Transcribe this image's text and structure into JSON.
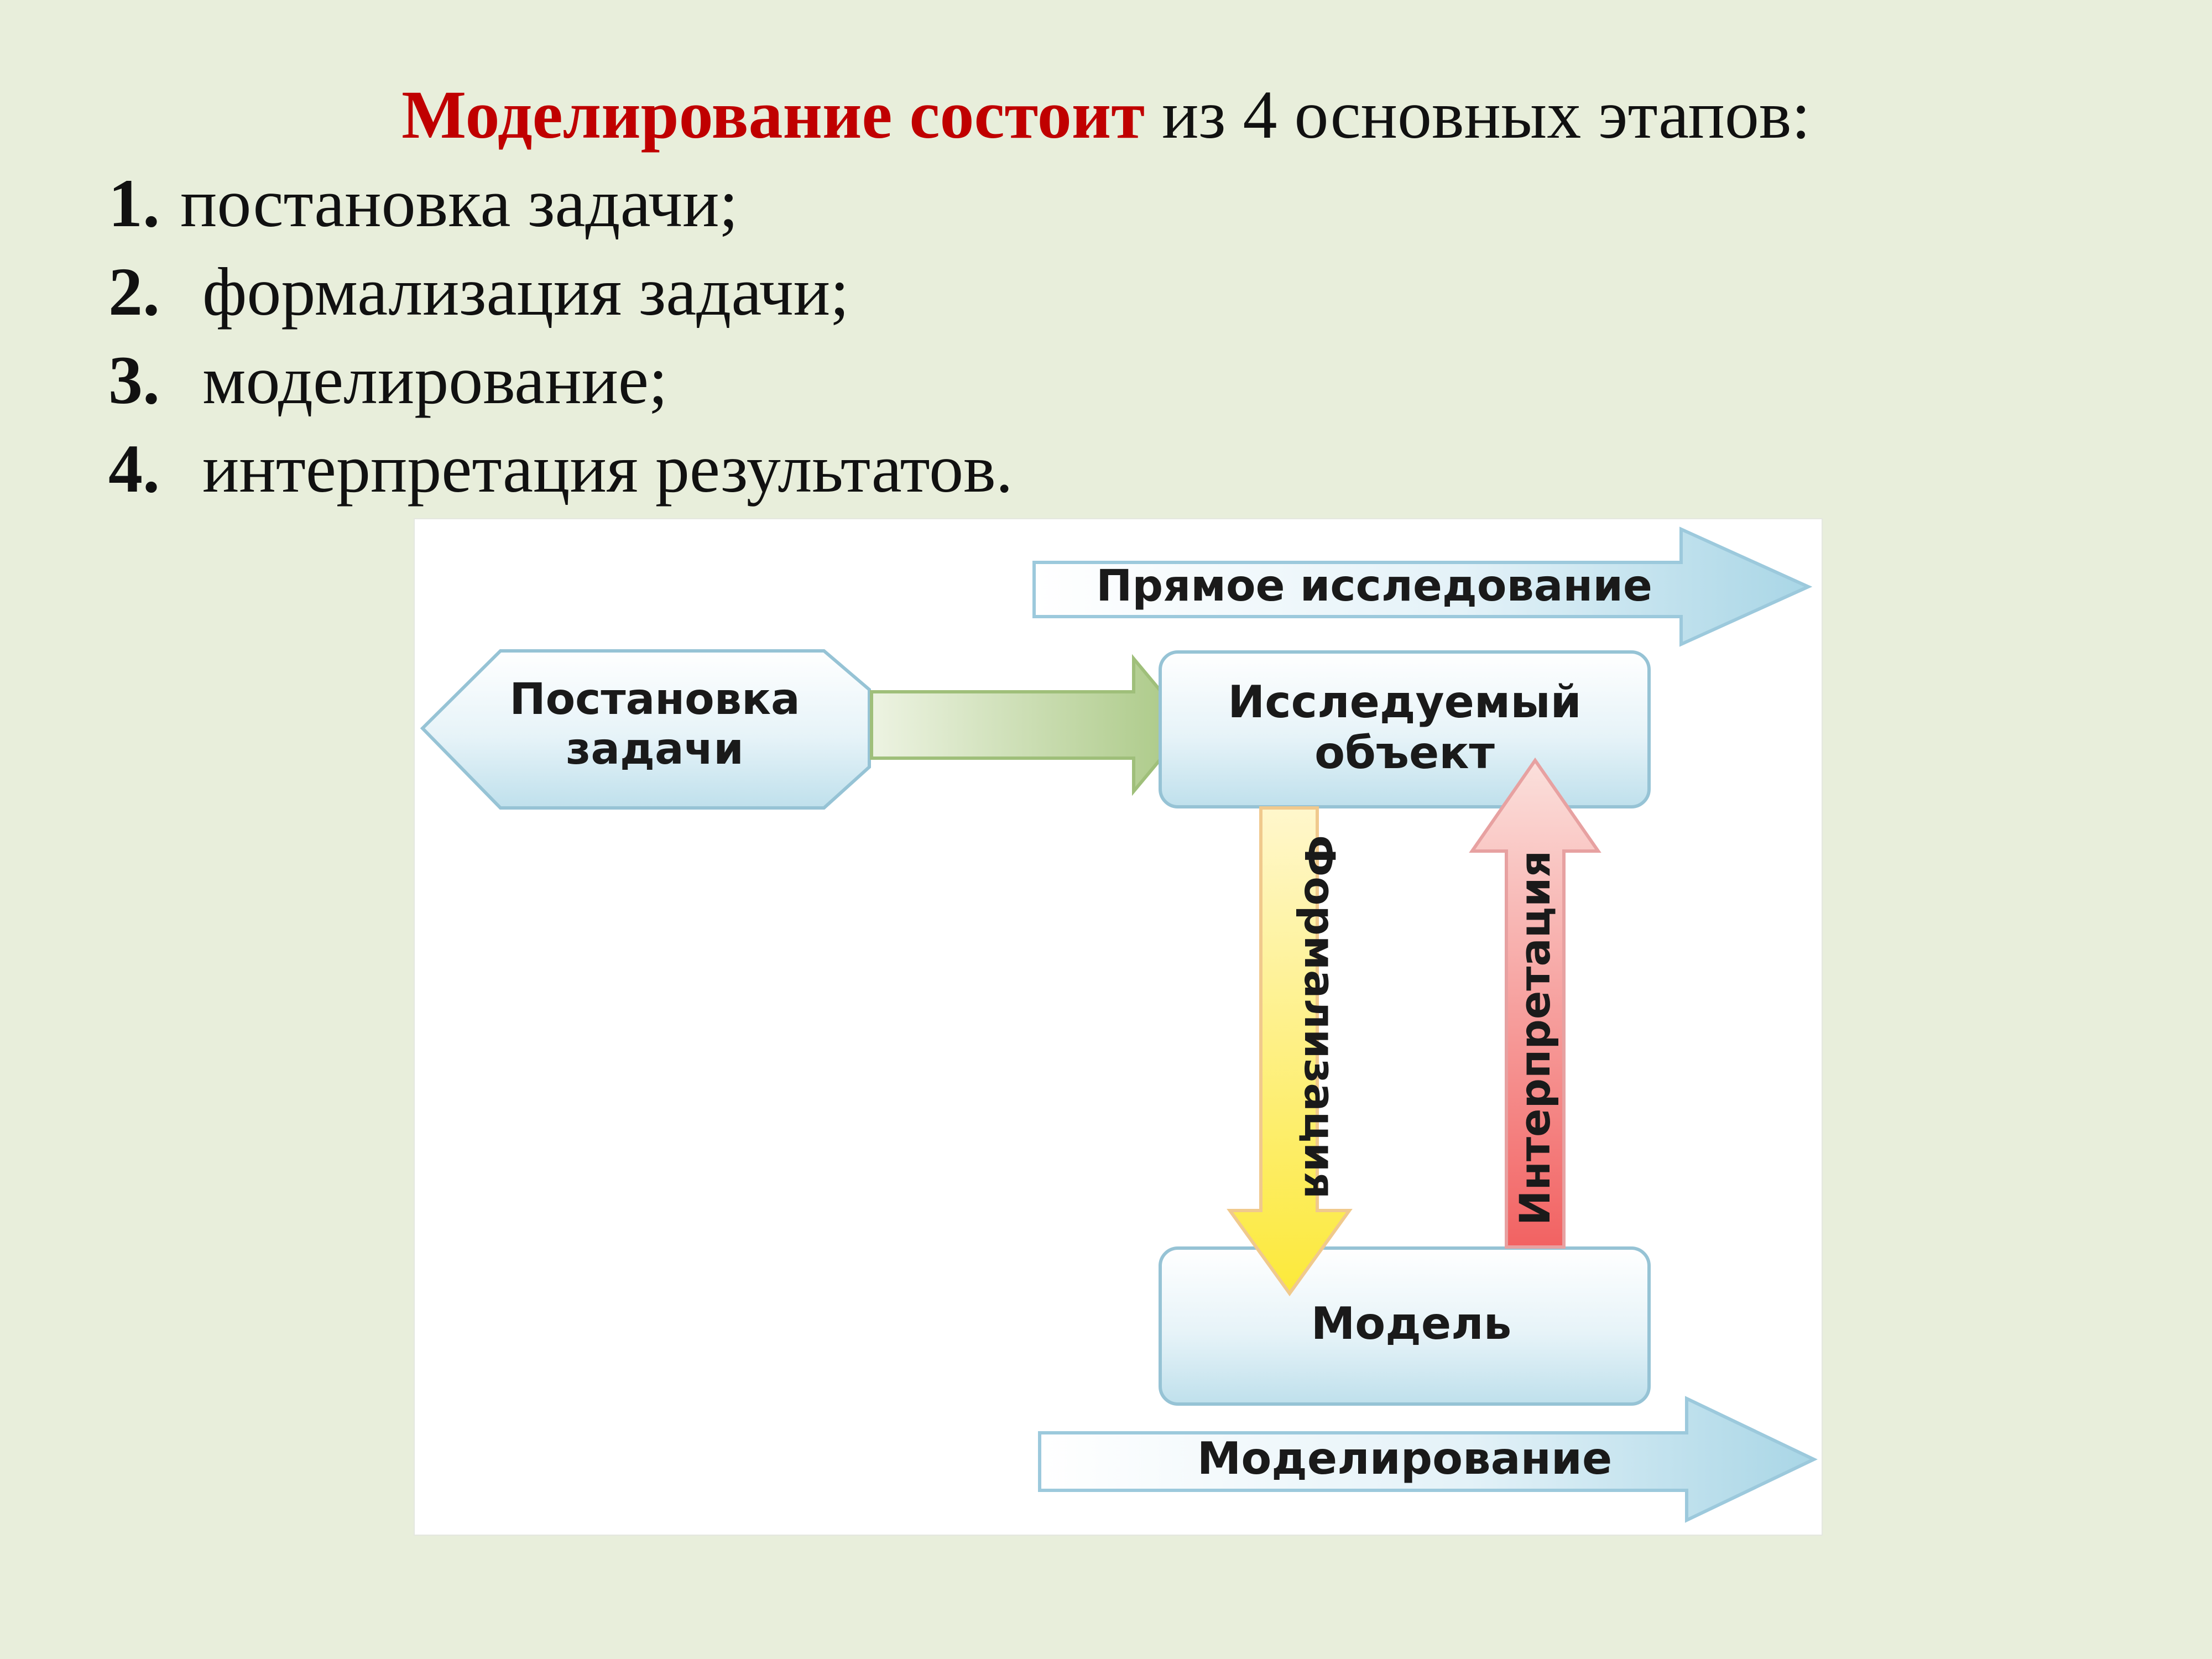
{
  "title": {
    "accent": "Моделирование состоит",
    "rest": " из 4 основных этапов:"
  },
  "steps": [
    {
      "num": "1.",
      "text": "постановка задачи;"
    },
    {
      "num": "2.",
      "text": "формализация задачи;"
    },
    {
      "num": "3.",
      "text": "моделирование;"
    },
    {
      "num": "4.",
      "text": "интерпретация результатов."
    }
  ],
  "diagram": {
    "direct_research": "Прямое исследование",
    "problem_line1": "Постановка",
    "problem_line2": "задачи",
    "object_line1": "Исследуемый",
    "object_line2": "объект",
    "formalization": "Формализация",
    "interpretation": "Интерпретация",
    "model": "Модель",
    "modeling": "Моделирование"
  },
  "colors": {
    "title_accent": "#c00000",
    "background": "#e8eedb",
    "box_blue": "#cfe7f1",
    "arrow_green": "#b3cf8c",
    "arrow_yellow": "#fdf25a",
    "arrow_red": "#f27a7a"
  }
}
